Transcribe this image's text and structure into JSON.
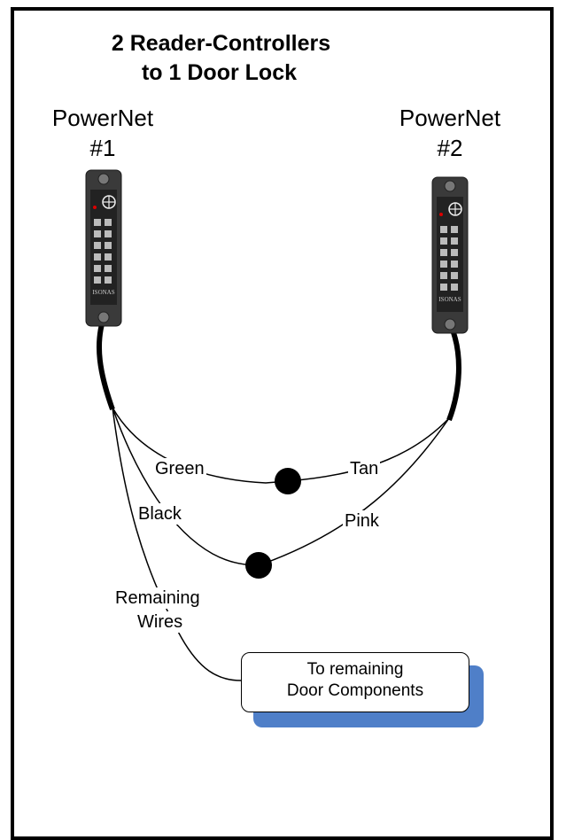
{
  "title": {
    "line1": "2 Reader-Controllers",
    "line2": "to 1 Door Lock"
  },
  "readers": [
    {
      "name": "PowerNet",
      "number": "#1"
    },
    {
      "name": "PowerNet",
      "number": "#2"
    }
  ],
  "reader_brand": "ISONAS",
  "wires": {
    "green": "Green",
    "tan": "Tan",
    "black": "Black",
    "pink": "Pink",
    "remaining_line1": "Remaining",
    "remaining_line2": "Wires"
  },
  "door_box": {
    "line1": "To remaining",
    "line2": "Door Components"
  },
  "colors": {
    "shadow": "#4f7fc8",
    "reader_body": "#3a3a3a"
  }
}
